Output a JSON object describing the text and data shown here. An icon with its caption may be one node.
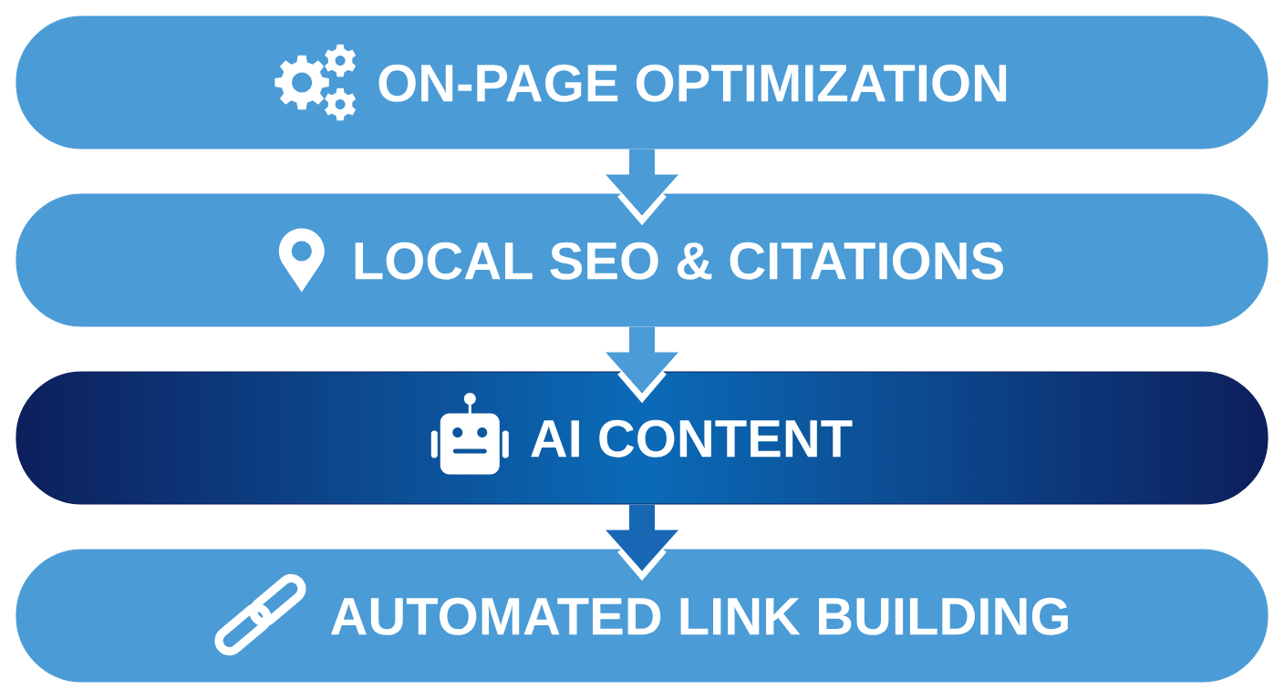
{
  "diagram": {
    "nodes": [
      {
        "text": [
          "ON-PAGE OPTIMIZATION"
        ]
      },
      {
        "text": [
          "LOCAL SEO & CITATIONS"
        ]
      },
      {
        "text": [
          "AI CONTENT"
        ]
      },
      {
        "text": [
          "AUTOMATED LINK BUILDING"
        ]
      }
    ],
    "edges": [
      {
        "from": 0,
        "to": 1,
        "arrow": "to"
      },
      {
        "from": 1,
        "to": 2,
        "arrow": "to"
      },
      {
        "from": 2,
        "to": 3,
        "arrow": "to",
        "color": "#1767b5"
      }
    ]
  }
}
